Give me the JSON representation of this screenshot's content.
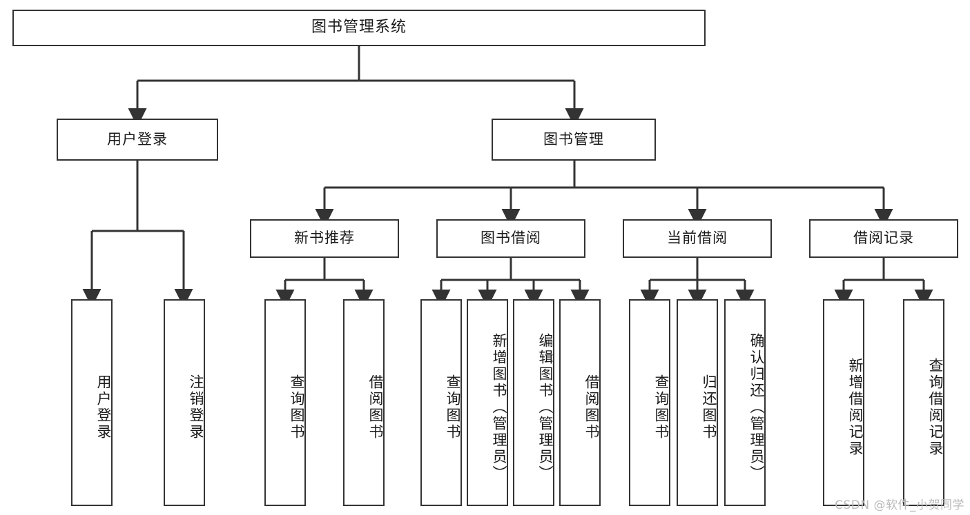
{
  "diagram": {
    "title": "图书管理系统",
    "type": "hierarchy-tree",
    "root": {
      "label": "图书管理系统"
    },
    "level1": [
      {
        "label": "用户登录"
      },
      {
        "label": "图书管理"
      }
    ],
    "level2": [
      {
        "label": "新书推荐"
      },
      {
        "label": "图书借阅"
      },
      {
        "label": "当前借阅"
      },
      {
        "label": "借阅记录"
      }
    ],
    "leaves_user_login": [
      {
        "label": "用户登录"
      },
      {
        "label": "注销登录"
      }
    ],
    "leaves_new_book": [
      {
        "label": "查询图书"
      },
      {
        "label": "借阅图书"
      }
    ],
    "leaves_borrow": [
      {
        "label": "查询图书"
      },
      {
        "label": "新增图书（管理员）"
      },
      {
        "label": "编辑图书（管理员）"
      },
      {
        "label": "借阅图书"
      }
    ],
    "leaves_current": [
      {
        "label": "查询图书"
      },
      {
        "label": "归还图书"
      },
      {
        "label": "确认归还（管理员）"
      }
    ],
    "leaves_record": [
      {
        "label": "新增借阅记录"
      },
      {
        "label": "查询借阅记录"
      }
    ]
  },
  "watermark": {
    "text": "CSDN @软件_小贺同学"
  },
  "colors": {
    "stroke": "#333333",
    "background": "#ffffff",
    "text": "#1a1a1a",
    "watermark": "#b9b9b9"
  }
}
